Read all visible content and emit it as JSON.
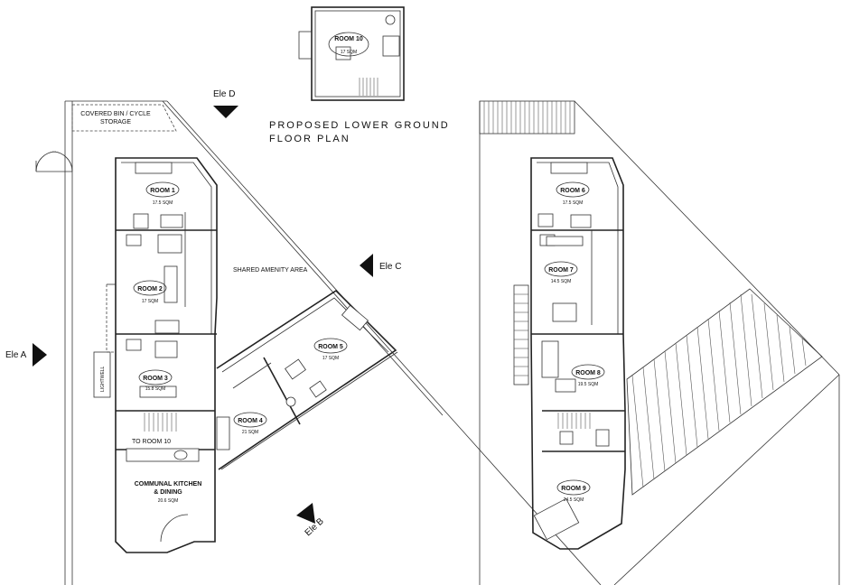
{
  "title_line1": "PROPOSED LOWER GROUND",
  "title_line2": "FLOOR PLAN",
  "elevations": {
    "a": "Ele A",
    "b": "Ele B",
    "c": "Ele C",
    "d": "Ele D"
  },
  "notes": {
    "bin_store_line1": "COVERED BIN / CYCLE",
    "bin_store_line2": "STORAGE",
    "amenity": "SHARED AMENITY AREA",
    "lightwell": "LIGHTWELL",
    "to_room_10": "TO ROOM 10"
  },
  "rooms": {
    "room1": {
      "name": "ROOM 1",
      "area": "17.5 SQM"
    },
    "room2": {
      "name": "ROOM 2",
      "area": "17 SQM"
    },
    "room3": {
      "name": "ROOM 3",
      "area": "15.8 SQM"
    },
    "room4": {
      "name": "ROOM 4",
      "area": "21 SQM"
    },
    "room5": {
      "name": "ROOM 5",
      "area": "17 SQM"
    },
    "room6": {
      "name": "ROOM 6",
      "area": "17.5 SQM"
    },
    "room7": {
      "name": "ROOM 7",
      "area": "14.5 SQM"
    },
    "room8": {
      "name": "ROOM 8",
      "area": "19.5 SQM"
    },
    "room9": {
      "name": "ROOM 9",
      "area": "24.5 SQM"
    },
    "room10": {
      "name": "ROOM 10",
      "area": "17 SQM"
    }
  },
  "kitchen": {
    "line1": "COMMUNAL KITCHEN",
    "line2": "& DINING",
    "area": "20.6 SQM"
  }
}
